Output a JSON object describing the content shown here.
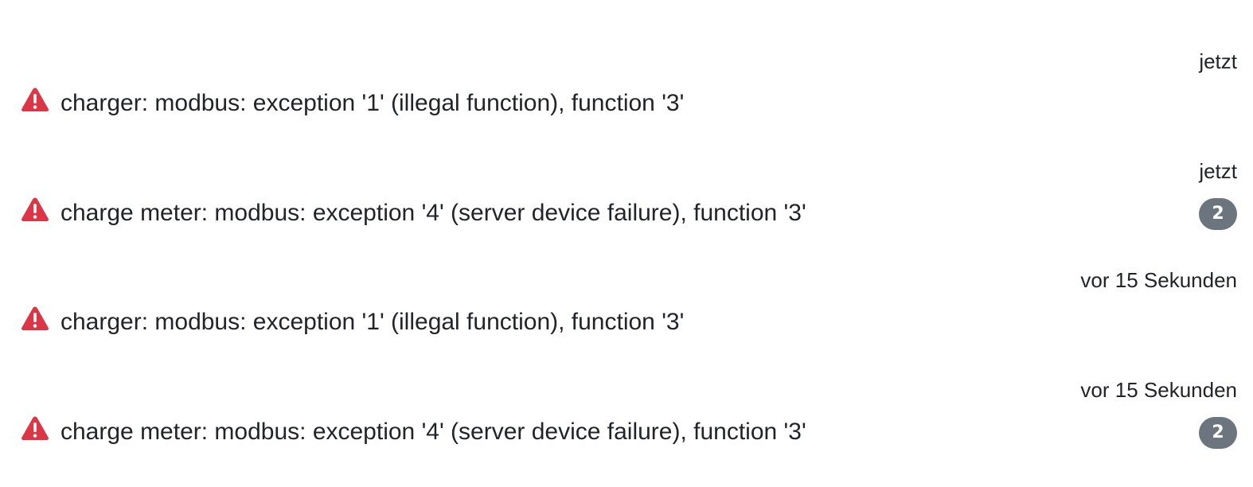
{
  "colors": {
    "warning": "#dc3545",
    "badge": "#6c757d",
    "text": "#212529"
  },
  "notifications": [
    {
      "time": "jetzt",
      "icon": "warning-triangle-icon",
      "message": "charger: modbus: exception '1' (illegal function), function '3'",
      "count": ""
    },
    {
      "time": "jetzt",
      "icon": "warning-triangle-icon",
      "message": "charge meter: modbus: exception '4' (server device failure), function '3'",
      "count": "2"
    },
    {
      "time": "vor 15 Sekunden",
      "icon": "warning-triangle-icon",
      "message": "charger: modbus: exception '1' (illegal function), function '3'",
      "count": ""
    },
    {
      "time": "vor 15 Sekunden",
      "icon": "warning-triangle-icon",
      "message": "charge meter: modbus: exception '4' (server device failure), function '3'",
      "count": "2"
    }
  ]
}
